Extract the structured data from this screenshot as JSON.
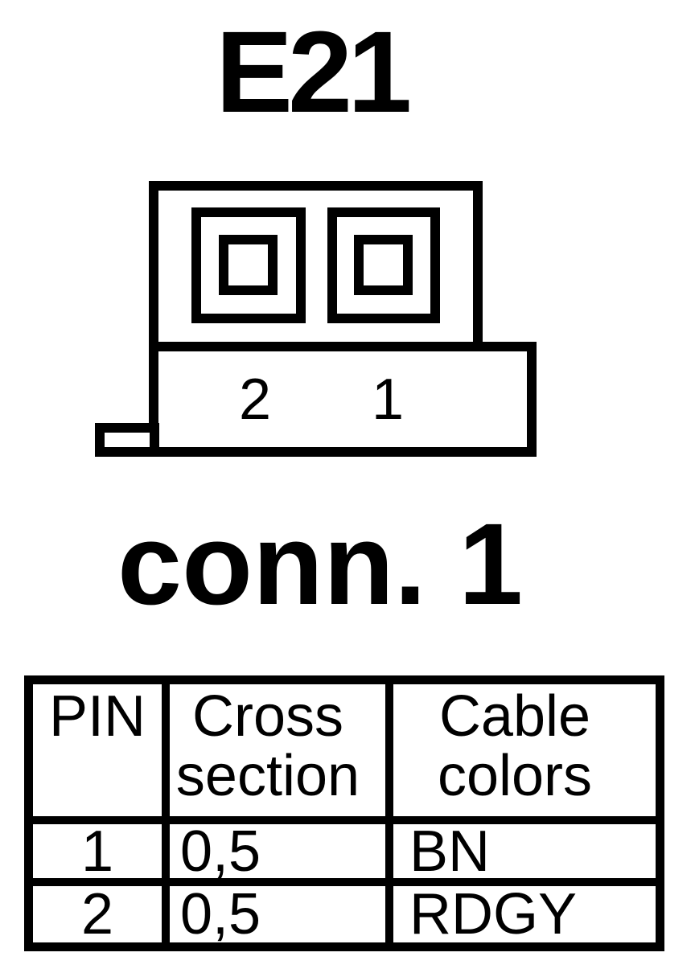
{
  "colors": {
    "ink": "#000000",
    "paper": "#ffffff"
  },
  "title": "E21",
  "connector": {
    "label": "conn. 1",
    "cavity_pin_numbers": [
      "2",
      "1"
    ]
  },
  "pin_table": {
    "columns": [
      {
        "key": "pin",
        "label": "PIN"
      },
      {
        "key": "cross_section",
        "label": "Cross\nsection"
      },
      {
        "key": "cable_colors",
        "label": "Cable\ncolors"
      }
    ],
    "rows": [
      {
        "pin": "1",
        "cross_section": "0,5",
        "cable_colors": "BN"
      },
      {
        "pin": "2",
        "cross_section": "0,5",
        "cable_colors": "RDGY"
      }
    ]
  }
}
